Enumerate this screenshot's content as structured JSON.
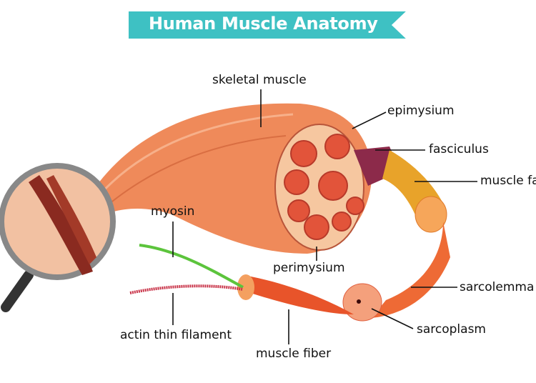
{
  "title": "Human Muscle Anatomy",
  "labels": {
    "skeletal_muscle": "skeletal muscle",
    "epimysium": "epimysium",
    "fasciculus": "fasciculus",
    "muscle_fa": "muscle fa",
    "myosin": "myosin",
    "perimysium": "perimysium",
    "sarcolemma": "sarcolemma",
    "sarcoplasm": "sarcoplasm",
    "actin": "actin thin filament",
    "muscle_fiber": "muscle fiber"
  },
  "colors": {
    "banner": "#3ec1c3",
    "muscle": "#ef8a5a",
    "fascicle": "#e2543a",
    "fasciculus_sheath": "#8c2a4a",
    "myosin": "#5cc43c"
  }
}
